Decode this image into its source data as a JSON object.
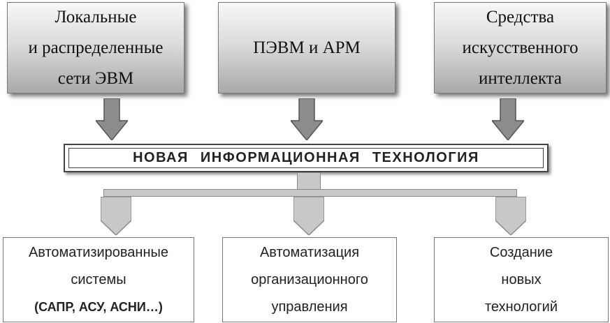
{
  "top_boxes": [
    {
      "lines": [
        "Локальные",
        "и распределенные",
        "сети ЭВМ"
      ]
    },
    {
      "lines": [
        "ПЭВМ и АРМ"
      ]
    },
    {
      "lines": [
        "Средства",
        "искусственного",
        "интеллекта"
      ]
    }
  ],
  "center": {
    "title": "НОВАЯ ИНФОРМАЦИОННАЯ ТЕХНОЛОГИЯ"
  },
  "bottom_boxes": [
    {
      "lines": [
        "Автоматизированные",
        "системы",
        "(САПР, АСУ, АСНИ…)"
      ]
    },
    {
      "lines": [
        "Автоматизация",
        "организационного",
        "управления"
      ]
    },
    {
      "lines": [
        "Создание",
        "новых",
        "технологий"
      ]
    }
  ],
  "colors": {
    "arrow_fill": "#8c8c8c",
    "chevron_fill": "#c8c8c8",
    "outline": "#555555"
  }
}
